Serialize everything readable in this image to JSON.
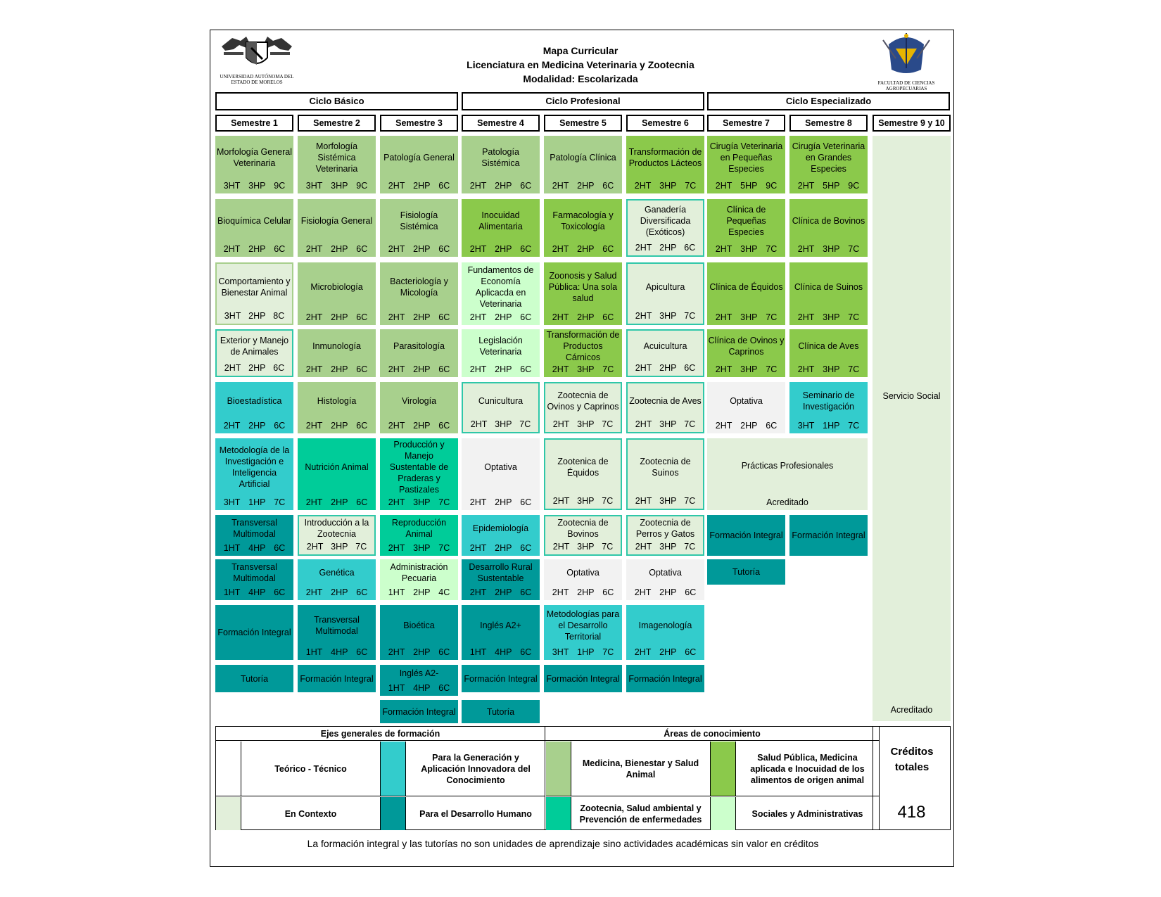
{
  "header": {
    "line1": "Mapa Curricular",
    "line2": "Licenciatura en Medicina Veterinaria y Zootecnia",
    "line3": "Modalidad: Escolarizada"
  },
  "logos": {
    "left_line1": "UNIVERSIDAD AUTÓNOMA DEL",
    "left_line2": "ESTADO DE MORELOS",
    "right_line1": "FACULTAD DE CIENCIAS",
    "right_line2": "AGROPECUARIAS"
  },
  "cycles": [
    "Ciclo Básico",
    "Ciclo Profesional",
    "Ciclo Especializado"
  ],
  "semesters": [
    "Semestre 1",
    "Semestre 2",
    "Semestre 3",
    "Semestre 4",
    "Semestre 5",
    "Semestre 6",
    "Semestre 7",
    "Semestre 8",
    "Semestre 9 y 10"
  ],
  "colors": {
    "medicina": "#a8d08d",
    "salud_publica": "#8bc94b",
    "zootecnia": "#00cc99",
    "sociales": "#ccffcc",
    "teorico_tecnico": "#ffffff",
    "generacion": "#33cccc",
    "contexto": "#e2efda",
    "desarrollo_humano": "#009999",
    "optativa": "#f2f2f2"
  },
  "courses": [
    {
      "name": "Morfología General Veterinaria",
      "hours": [
        "3HT",
        "3HP",
        "9C"
      ]
    },
    {
      "name": "Bioquímica Celular",
      "hours": [
        "2HT",
        "2HP",
        "6C"
      ]
    },
    {
      "name": "Comportamiento y Bienestar Animal",
      "hours": [
        "3HT",
        "2HP",
        "8C"
      ]
    },
    {
      "name": "Exterior y Manejo de Animales",
      "hours": [
        "2HT",
        "2HP",
        "6C"
      ]
    },
    {
      "name": "Bioestadística",
      "hours": [
        "2HT",
        "2HP",
        "6C"
      ]
    },
    {
      "name": "Metodología de la Investigación e Inteligencia Artificial",
      "hours": [
        "3HT",
        "1HP",
        "7C"
      ]
    },
    {
      "name": "Transversal Multimodal",
      "hours": [
        "1HT",
        "4HP",
        "6C"
      ]
    },
    {
      "name": "Transversal Multimodal",
      "hours": [
        "1HT",
        "4HP",
        "6C"
      ]
    },
    {
      "name": "Formación Integral",
      "hours": []
    },
    {
      "name": "Tutoría",
      "hours": []
    },
    {
      "name": "Morfología Sistémica Veterinaria",
      "hours": [
        "3HT",
        "3HP",
        "9C"
      ]
    },
    {
      "name": "Fisiología General",
      "hours": [
        "2HT",
        "2HP",
        "6C"
      ]
    },
    {
      "name": "Microbiología",
      "hours": [
        "2HT",
        "2HP",
        "6C"
      ]
    },
    {
      "name": "Inmunología",
      "hours": [
        "2HT",
        "2HP",
        "6C"
      ]
    },
    {
      "name": "Histología",
      "hours": [
        "2HT",
        "2HP",
        "6C"
      ]
    },
    {
      "name": "Nutrición Animal",
      "hours": [
        "2HT",
        "2HP",
        "6C"
      ]
    },
    {
      "name": "Introducción a la Zootecnia",
      "hours": [
        "2HT",
        "3HP",
        "7C"
      ]
    },
    {
      "name": "Genética",
      "hours": [
        "2HT",
        "2HP",
        "6C"
      ]
    },
    {
      "name": "Transversal Multimodal",
      "hours": [
        "1HT",
        "4HP",
        "6C"
      ]
    },
    {
      "name": "Formación Integral",
      "hours": []
    },
    {
      "name": "Patología General",
      "hours": [
        "2HT",
        "2HP",
        "6C"
      ]
    },
    {
      "name": "Fisiología Sistémica",
      "hours": [
        "2HT",
        "2HP",
        "6C"
      ]
    },
    {
      "name": "Bacteriología y Micología",
      "hours": [
        "2HT",
        "2HP",
        "6C"
      ]
    },
    {
      "name": "Parasitología",
      "hours": [
        "2HT",
        "2HP",
        "6C"
      ]
    },
    {
      "name": "Virología",
      "hours": [
        "2HT",
        "2HP",
        "6C"
      ]
    },
    {
      "name": "Producción y Manejo Sustentable de Praderas y Pastizales",
      "hours": [
        "2HT",
        "3HP",
        "7C"
      ]
    },
    {
      "name": "Reproducción Animal",
      "hours": [
        "2HT",
        "3HP",
        "7C"
      ]
    },
    {
      "name": "Administración Pecuaria",
      "hours": [
        "1HT",
        "2HP",
        "4C"
      ]
    },
    {
      "name": "Bioética",
      "hours": [
        "2HT",
        "2HP",
        "6C"
      ]
    },
    {
      "name": "Inglés A2-",
      "hours": [
        "1HT",
        "4HP",
        "6C"
      ]
    },
    {
      "name": "Formación Integral",
      "hours": []
    },
    {
      "name": "Patología Sistémica",
      "hours": [
        "2HT",
        "2HP",
        "6C"
      ]
    },
    {
      "name": "Inocuidad Alimentaria",
      "hours": [
        "2HT",
        "2HP",
        "6C"
      ]
    },
    {
      "name": "Fundamentos de Economía Aplicacda en Veterinaria",
      "hours": [
        "2HT",
        "2HP",
        "6C"
      ]
    },
    {
      "name": "Legislación Veterinaria",
      "hours": [
        "2HT",
        "2HP",
        "6C"
      ]
    },
    {
      "name": "Cunicultura",
      "hours": [
        "2HT",
        "3HP",
        "7C"
      ]
    },
    {
      "name": "Optativa",
      "hours": [
        "2HT",
        "2HP",
        "6C"
      ]
    },
    {
      "name": "Epidemiología",
      "hours": [
        "2HT",
        "2HP",
        "6C"
      ]
    },
    {
      "name": "Desarrollo Rural Sustentable",
      "hours": [
        "2HT",
        "2HP",
        "6C"
      ]
    },
    {
      "name": "Inglés A2+",
      "hours": [
        "1HT",
        "4HP",
        "6C"
      ]
    },
    {
      "name": "Formación Integral",
      "hours": []
    },
    {
      "name": "Tutoría",
      "hours": []
    },
    {
      "name": "Patología Clínica",
      "hours": [
        "2HT",
        "2HP",
        "6C"
      ]
    },
    {
      "name": "Farmacología y Toxicología",
      "hours": [
        "2HT",
        "2HP",
        "6C"
      ]
    },
    {
      "name": "Zoonosis y Salud Pública: Una sola salud",
      "hours": [
        "2HT",
        "2HP",
        "6C"
      ]
    },
    {
      "name": "Transformación de Productos Cárnicos",
      "hours": [
        "2HT",
        "3HP",
        "7C"
      ]
    },
    {
      "name": "Zootecnia de Ovinos y Caprinos",
      "hours": [
        "2HT",
        "3HP",
        "7C"
      ]
    },
    {
      "name": "Zootenica de Équidos",
      "hours": [
        "2HT",
        "3HP",
        "7C"
      ]
    },
    {
      "name": "Zootecnia de Bovinos",
      "hours": [
        "2HT",
        "3HP",
        "7C"
      ]
    },
    {
      "name": "Optativa",
      "hours": [
        "2HT",
        "2HP",
        "6C"
      ]
    },
    {
      "name": "Metodologías para el Desarrollo Territorial",
      "hours": [
        "3HT",
        "1HP",
        "7C"
      ]
    },
    {
      "name": "Formación Integral",
      "hours": []
    },
    {
      "name": "Transformación de Productos Lácteos",
      "hours": [
        "2HT",
        "3HP",
        "7C"
      ]
    },
    {
      "name": "Ganadería Diversificada (Exóticos)",
      "hours": [
        "2HT",
        "2HP",
        "6C"
      ]
    },
    {
      "name": "Apicultura",
      "hours": [
        "2HT",
        "3HP",
        "7C"
      ]
    },
    {
      "name": "Acuicultura",
      "hours": [
        "2HT",
        "2HP",
        "6C"
      ]
    },
    {
      "name": "Zootecnia de Aves",
      "hours": [
        "2HT",
        "3HP",
        "7C"
      ]
    },
    {
      "name": "Zootecnia de Suinos",
      "hours": [
        "2HT",
        "3HP",
        "7C"
      ]
    },
    {
      "name": "Zootecnia de Perros y Gatos",
      "hours": [
        "2HT",
        "3HP",
        "7C"
      ]
    },
    {
      "name": "Optativa",
      "hours": [
        "2HT",
        "2HP",
        "6C"
      ]
    },
    {
      "name": "Imagenología",
      "hours": [
        "2HT",
        "2HP",
        "6C"
      ]
    },
    {
      "name": "Formación Integral",
      "hours": []
    },
    {
      "name": "Cirugía Veterinaria en Pequeñas Especies",
      "hours": [
        "2HT",
        "5HP",
        "9C"
      ]
    },
    {
      "name": "Clínica de Pequeñas Especies",
      "hours": [
        "2HT",
        "3HP",
        "7C"
      ]
    },
    {
      "name": "Clínica de Équidos",
      "hours": [
        "2HT",
        "3HP",
        "7C"
      ]
    },
    {
      "name": "Clínica de Ovinos y Caprinos",
      "hours": [
        "2HT",
        "3HP",
        "7C"
      ]
    },
    {
      "name": "Optativa",
      "hours": [
        "2HT",
        "2HP",
        "6C"
      ]
    },
    {
      "name": "Formación Integral",
      "hours": []
    },
    {
      "name": "Tutoría",
      "hours": []
    },
    {
      "name": "Cirugía Veterinaria en Grandes Especies",
      "hours": [
        "2HT",
        "5HP",
        "9C"
      ]
    },
    {
      "name": "Clínica de Bovinos",
      "hours": [
        "2HT",
        "3HP",
        "7C"
      ]
    },
    {
      "name": "Clínica de Suinos",
      "hours": [
        "2HT",
        "3HP",
        "7C"
      ]
    },
    {
      "name": "Clínica de Aves",
      "hours": [
        "2HT",
        "3HP",
        "7C"
      ]
    },
    {
      "name": "Seminario de Investigación",
      "hours": [
        "3HT",
        "1HP",
        "7C"
      ]
    },
    {
      "name": "Formación Integral",
      "hours": []
    },
    {
      "name": "Prácticas Profesionales",
      "hours": [
        "Acreditado"
      ]
    },
    {
      "name": "Servicio Social",
      "hours": [
        "Acreditado"
      ]
    }
  ],
  "legend": {
    "ejes_title": "Ejes generales de formación",
    "areas_title": "Áreas de conocimiento",
    "teorico": "Teórico - Técnico",
    "generacion": "Para la Generación y Aplicación Innovadora del Conocimiento",
    "contexto": "En Contexto",
    "desarrollo": "Para el Desarrollo Humano",
    "medicina": "Medicina, Bienestar y Salud Animal",
    "salud_publica": "Salud Pública, Medicina aplicada e Inocuidad de los alimentos de origen animal",
    "zootecnia": "Zootecnia, Salud ambiental y Prevención de enfermedades",
    "sociales": "Sociales y Administrativas"
  },
  "credits": {
    "label": "Créditos totales",
    "value": "418"
  },
  "footnote": "La formación integral y las tutorías no son unidades de aprendizaje sino actividades académicas sin valor en créditos"
}
